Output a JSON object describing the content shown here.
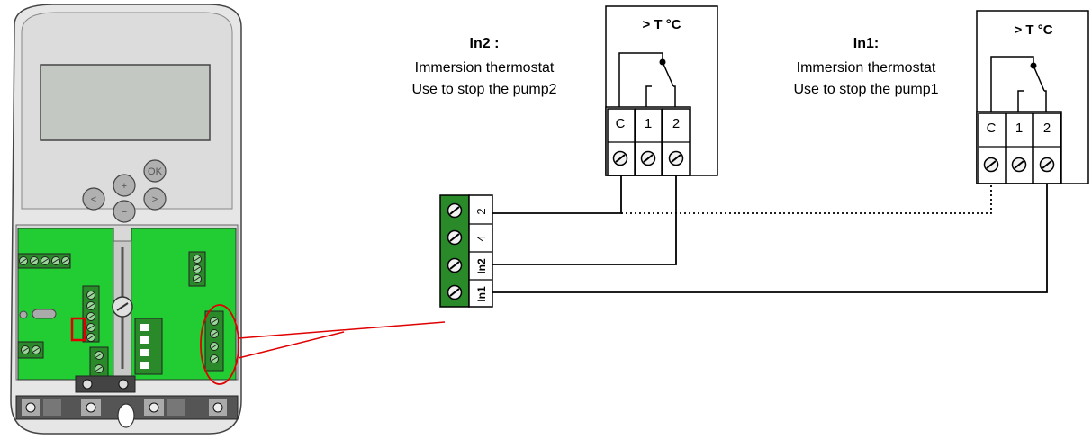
{
  "thermostat_in2": {
    "heading": "In2 :",
    "line1": "Immersion thermostat",
    "line2": "Use to stop the pump2",
    "box_label": "> T °C",
    "terminals": [
      "C",
      "1",
      "2"
    ]
  },
  "thermostat_in1": {
    "heading": "In1:",
    "line1": "Immersion thermostat",
    "line2": "Use to stop the pump1",
    "box_label": "> T °C",
    "terminals": [
      "C",
      "1",
      "2"
    ]
  },
  "terminal_block": {
    "labels": [
      "2",
      "4",
      "In2",
      "In1"
    ]
  },
  "controller": {
    "keys": {
      "ok": "OK",
      "plus": "+",
      "minus": "−",
      "left": "<",
      "right": ">"
    }
  },
  "colors": {
    "pcb_green": "#22cc33",
    "terminal_green": "#2a8a2a",
    "highlight_red": "#e00000",
    "housing_grey": "#d8d8d8",
    "lcd_grey": "#c4c8c2"
  }
}
